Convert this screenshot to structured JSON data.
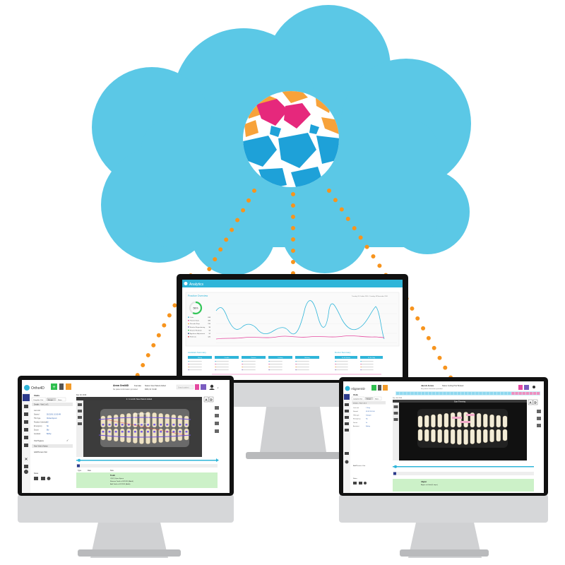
{
  "colors": {
    "cloud": "#5bc8e6",
    "globe_blue": "#1ea1d8",
    "globe_orange": "#f7a23a",
    "globe_pink": "#e6287c",
    "dots": "#f7941d",
    "bezel": "#111111",
    "silver": "#d6d7d9",
    "accent_line": "#2fb5d9",
    "accent_pink": "#e54aa0",
    "gum": "#5a5a5a",
    "tooth": "#efe3c4",
    "panel_green": "#ccf1c8"
  },
  "analytics": {
    "app_title": "Analytics",
    "panel_title": "Practice Overview",
    "date_range": "Tuesday, 26 October 2016 - Tuesday, 08 November 2016",
    "donut_value": "58%",
    "stats": [
      {
        "label": "Visits",
        "value": "638"
      },
      {
        "label": "Patient Starts",
        "value": "185"
      },
      {
        "label": "Records Reqs",
        "value": "210"
      },
      {
        "label": "Bracket Repositioning",
        "value": "96"
      },
      {
        "label": "Bracket Reattach",
        "value": "64"
      },
      {
        "label": "Appliance Adjustment",
        "value": "52"
      },
      {
        "label": "Referrals",
        "value": "120"
      }
    ],
    "assistant_summary_title": "Assistant Summary",
    "doctor_summary_title": "Doctor Summary",
    "assistant_cols": [
      "Sherry",
      "Camilla",
      "Karissa",
      "Lindsey",
      "Bethany"
    ],
    "doctor_cols": [
      "Dr. A. Brokaw",
      "Dr. A. Kelly"
    ]
  },
  "ortho": {
    "logo": "Ortho4D",
    "patient": "Anna Orali4D",
    "patient_meta": "Female",
    "patient_note": "No patient information provided",
    "status": "Status: New Patient Added",
    "doctor": "DDS, Dr. Smith",
    "search_placeholder": "Search patient",
    "tab_visits": "Visits",
    "tabs": [
      "Complete Visit",
      "Recipe",
      "Notes"
    ],
    "section": "Details - Visit 1 of 1",
    "fields": [
      {
        "label": "Last visit",
        "value": ""
      },
      {
        "label": "Started",
        "value": "01/15/16, 10:30 AM"
      },
      {
        "label": "TMJ type",
        "value": "Clicked Ayrem"
      },
      {
        "label": "Rotation Schedule",
        "value": "10"
      },
      {
        "label": "Emergency",
        "value": "No"
      },
      {
        "label": "Doctor",
        "value": "Bld"
      },
      {
        "label": "Assistant",
        "value": "Bobby"
      }
    ],
    "oral_hygiene": "Oral Hygiene",
    "next_visit": "Next Visit & Notice",
    "add_visit": "Add/Process Visit",
    "viewer_title": "4 / 1 month: New Patient Added",
    "notes_heading": "Notes",
    "log_cols": [
      "Type",
      "Date",
      "Note"
    ],
    "log_lines": [
      "Tooth",
      "#2(L2) Open Space",
      "Remove Tooth at 01/15/16 (Adult)",
      "Add Tooth at 01/15/16 (Adult)"
    ],
    "date": "Dec 18, 2016",
    "view_a": "A",
    "view_d": "D"
  },
  "aligner": {
    "logo": "Aligner4D",
    "patient": "Jacob Jones",
    "status": "Status: Inviting Prior Booked",
    "patient_note": "No patient information provided",
    "tab_visits": "Visits",
    "tabs": [
      "Complete Visit",
      "Recipe",
      "Notes"
    ],
    "section": "Details - Visit 1 of 4",
    "fields": [
      {
        "label": "Last visit",
        "value": "1 Step"
      },
      {
        "label": "Started",
        "value": "01/01/16 8:00"
      },
      {
        "label": "TMJ type",
        "value": "Subtype"
      },
      {
        "label": "Emergency",
        "value": "No"
      },
      {
        "label": "Doctor",
        "value": "Dr"
      },
      {
        "label": "Assistant",
        "value": "Bobby"
      }
    ],
    "viewer_title": "Scan Trimming",
    "add_visit": "Add/Process Visit",
    "notes_heading": "Notes",
    "log_lines": [
      "Aligner",
      "Aligner set fitted (4 steps)"
    ],
    "date": "Dec 18, 2016",
    "view_a": "A",
    "view_d": "D"
  }
}
